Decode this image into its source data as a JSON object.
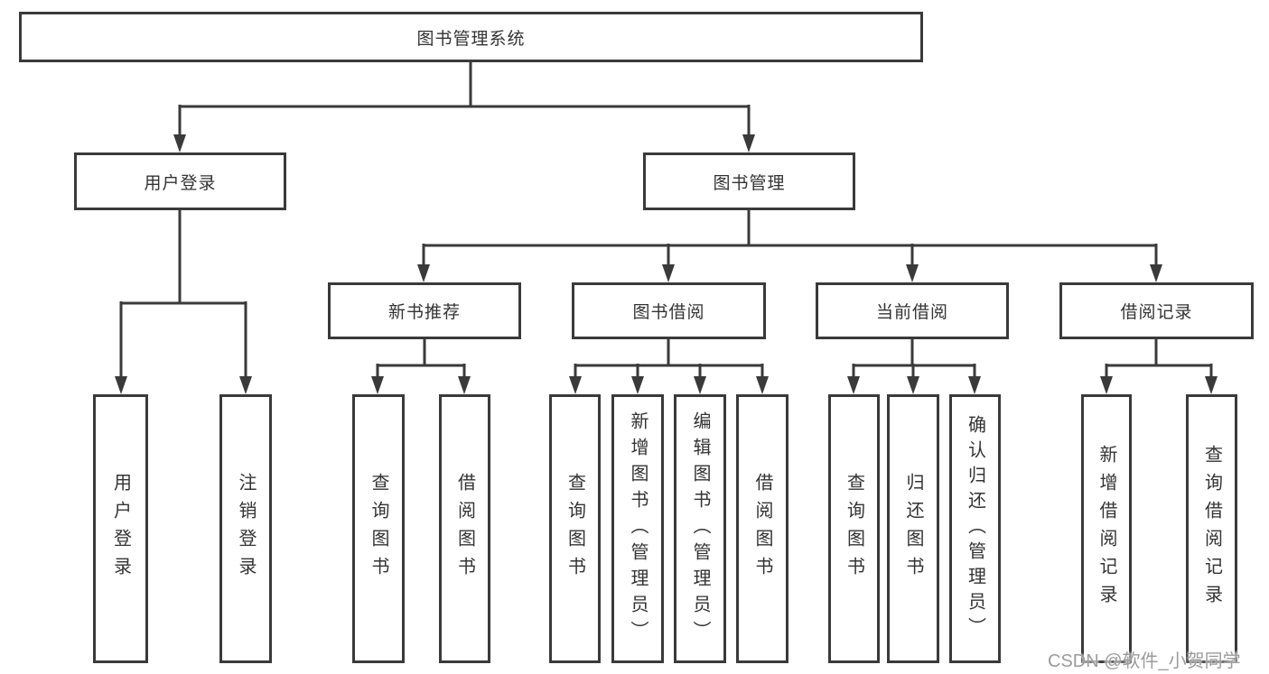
{
  "tree": {
    "label": "图书管理系统",
    "children": [
      {
        "label": "用户登录",
        "children": [
          {
            "label": "用户登录"
          },
          {
            "label": "注销登录"
          }
        ]
      },
      {
        "label": "图书管理",
        "children": [
          {
            "label": "新书推荐",
            "children": [
              {
                "label": "查询图书"
              },
              {
                "label": "借阅图书"
              }
            ]
          },
          {
            "label": "图书借阅",
            "children": [
              {
                "label": "查询图书"
              },
              {
                "label": "新增图书（管理员）"
              },
              {
                "label": "编辑图书（管理员）"
              },
              {
                "label": "借阅图书"
              }
            ]
          },
          {
            "label": "当前借阅",
            "children": [
              {
                "label": "查询图书"
              },
              {
                "label": "归还图书"
              },
              {
                "label": "确认归还（管理员）"
              }
            ]
          },
          {
            "label": "借阅记录",
            "children": [
              {
                "label": "新增借阅记录"
              },
              {
                "label": "查询借阅记录"
              }
            ]
          }
        ]
      }
    ]
  },
  "line_color": "#3a3a3a",
  "watermark": "CSDN @软件_小贺同学"
}
